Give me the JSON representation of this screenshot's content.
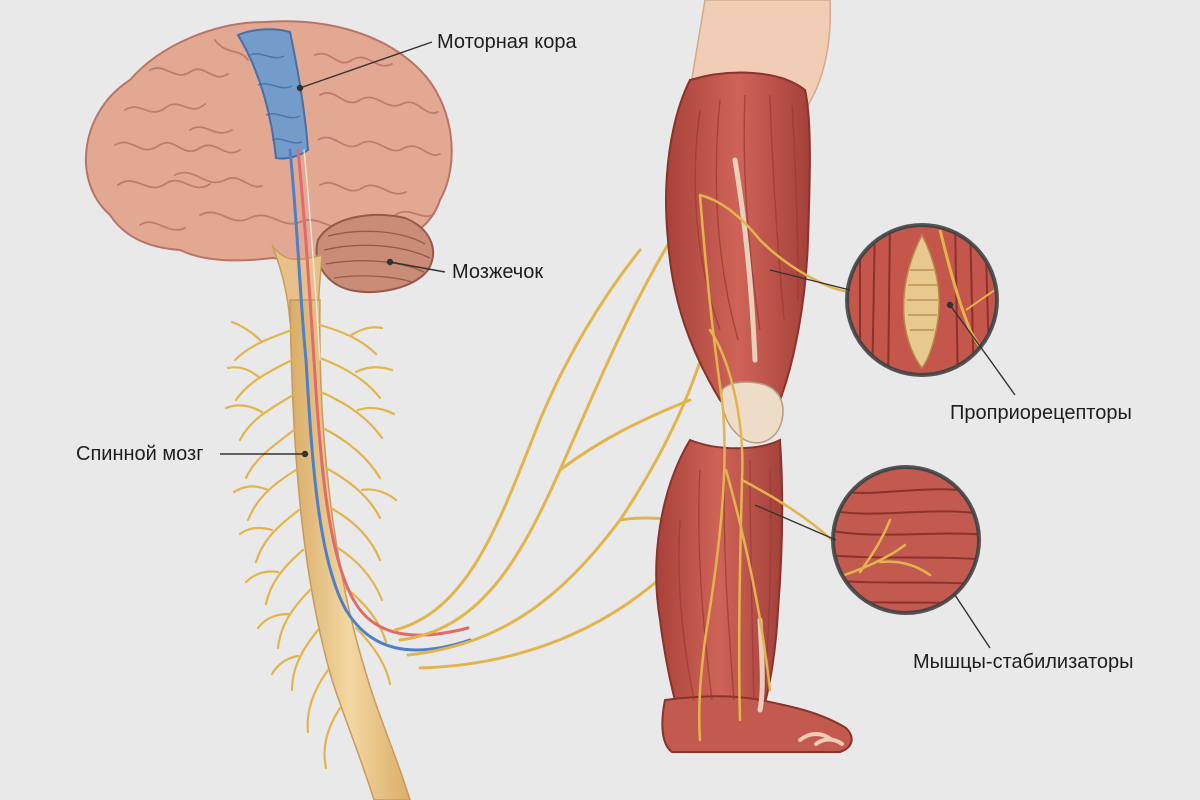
{
  "labels": {
    "motor_cortex": "Моторная кора",
    "cerebellum": "Мозжечок",
    "spinal_cord": "Спинной мозг",
    "proprioceptors": "Проприорецепторы",
    "stabilizer_muscles": "Мышцы-стабилизаторы"
  },
  "colors": {
    "background": "#e9e9e9",
    "brain": "#e3a892",
    "brain_fold": "#b9746a",
    "motor_cortex_band": "#6f9ccf",
    "cerebellum": "#c98d77",
    "spinal_cord": "#ecc98d",
    "nerve": "#e2b44e",
    "motor_tract_blue": "#4f7fc6",
    "motor_tract_red": "#e06b6b",
    "muscle": "#c4564c",
    "muscle_dark": "#9a3a34",
    "skin": "#f0cdb4",
    "tendon": "#eddcc8",
    "leader_line": "#333333"
  }
}
